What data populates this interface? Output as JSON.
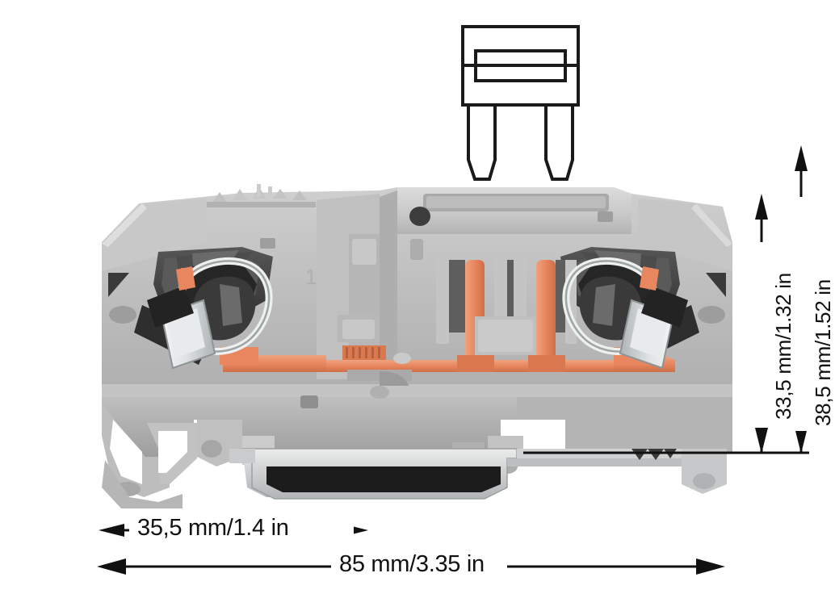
{
  "figure": {
    "title": "Fuse terminal block dimensional drawing",
    "product": "DIN-rail mounted fuse carrier terminal block, cutaway view",
    "background_color": "#ffffff",
    "line_color": "#111111"
  },
  "colors": {
    "housing_light": "#d2d2d2",
    "housing_mid": "#b8b8b8",
    "housing_dark": "#9a9a9a",
    "housing_shadow": "#7c7c7c",
    "cavity_dark": "#4a4a4a",
    "cavity_black": "#2b2b2b",
    "copper": "#e8865f",
    "copper_dark": "#c96a45",
    "spring_metal": "#e4e6e6",
    "spring_metal_dark": "#9fa4a6",
    "rail_metal": "#d9dbdc",
    "rail_shadow": "#1e1e1e",
    "outline": "#111111"
  },
  "fuse_symbol": {
    "name": "blade-fuse-outline",
    "description": "Blade fuse drawn as outline: body rectangle, inner fuse element rectangle with axial line, two tapered blade legs",
    "stroke_width": 4
  },
  "dimensions": {
    "width_total": {
      "label": "85 mm/3.35 in",
      "value_mm": 85,
      "value_in": 3.35,
      "orientation": "horizontal",
      "arrow_style": "double"
    },
    "width_partial": {
      "label": "35,5 mm/1.4 in",
      "value_mm": 35.5,
      "value_in": 1.4,
      "orientation": "horizontal",
      "arrow_style": "double"
    },
    "height_inner": {
      "label": "33,5 mm/1.32 in",
      "value_mm": 33.5,
      "value_in": 1.32,
      "orientation": "vertical",
      "arrow_style": "double"
    },
    "height_outer": {
      "label": "38,5 mm/1.52 in",
      "value_mm": 38.5,
      "value_in": 1.52,
      "orientation": "vertical",
      "arrow_style": "double"
    }
  },
  "parts": {
    "housing": "terminal-block-housing",
    "left_clamp": "left-cage-clamp",
    "right_clamp": "right-cage-clamp",
    "busbar": "copper-busbar",
    "din_rail": "din-rail",
    "fuse_receptacle": "fuse-receptacle"
  }
}
